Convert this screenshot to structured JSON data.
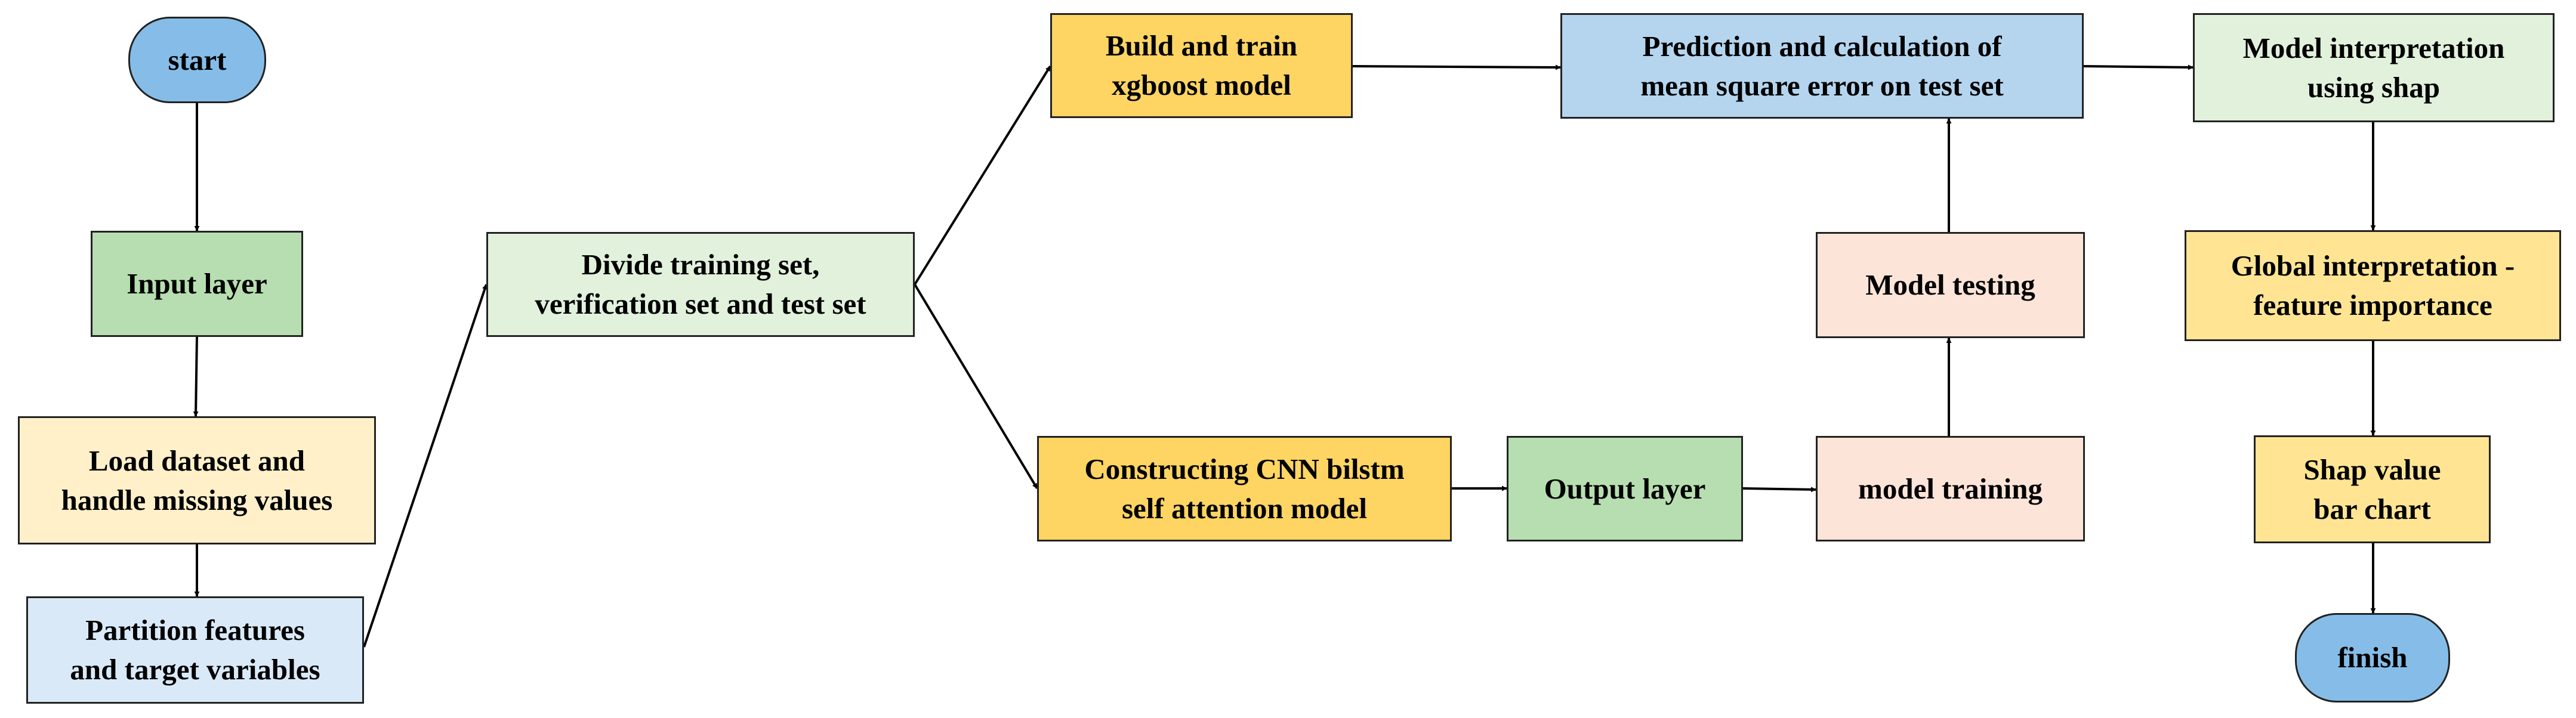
{
  "colors": {
    "blue_pill": "#85bde8",
    "green": "#b7deb0",
    "light_green": "#e1f1dc",
    "cream": "#fff0c9",
    "light_blue": "#d9e9f7",
    "yellow": "#fed463",
    "pale_yellow": "#ffe593",
    "sky_blue": "#b5d5ef",
    "peach": "#fde4d8",
    "border": "#222222",
    "arrow": "#000000"
  },
  "nodes": {
    "start": {
      "label": "start",
      "shape": "pill",
      "color": "#85bde8"
    },
    "input": {
      "label": "Input layer",
      "shape": "rect",
      "color": "#b7deb0"
    },
    "load": {
      "label": "Load dataset and\nhandle missing values",
      "shape": "rect",
      "color": "#fff0c9"
    },
    "part": {
      "label": "Partition features\nand target variables",
      "shape": "rect",
      "color": "#d9e9f7"
    },
    "divide": {
      "label": "Divide training set,\nverification set and test set",
      "shape": "rect",
      "color": "#e1f1dc"
    },
    "xgb": {
      "label": "Build and train\nxgboost model",
      "shape": "rect",
      "color": "#fed463"
    },
    "cnn": {
      "label": "Constructing CNN bilstm\nself attention model",
      "shape": "rect",
      "color": "#fed463"
    },
    "output": {
      "label": "Output layer",
      "shape": "rect",
      "color": "#b7deb0"
    },
    "train": {
      "label": "model training",
      "shape": "rect",
      "color": "#fde4d8"
    },
    "test": {
      "label": "Model testing",
      "shape": "rect",
      "color": "#fde4d8"
    },
    "pred": {
      "label": "Prediction and calculation of\nmean square error on test set",
      "shape": "rect",
      "color": "#b5d5ef"
    },
    "interp": {
      "label": "Model interpretation\nusing shap",
      "shape": "rect",
      "color": "#e1f1dc"
    },
    "global": {
      "label": "Global interpretation -\nfeature importance",
      "shape": "rect",
      "color": "#ffe593"
    },
    "shapbar": {
      "label": "Shap value\nbar chart",
      "shape": "rect",
      "color": "#ffe593"
    },
    "finish": {
      "label": "finish",
      "shape": "pill",
      "color": "#85bde8"
    }
  },
  "edges": [
    {
      "from": "start",
      "to": "input"
    },
    {
      "from": "input",
      "to": "load"
    },
    {
      "from": "load",
      "to": "part"
    },
    {
      "from": "part",
      "to": "divide"
    },
    {
      "from": "divide",
      "to": "xgb"
    },
    {
      "from": "divide",
      "to": "cnn"
    },
    {
      "from": "xgb",
      "to": "pred"
    },
    {
      "from": "cnn",
      "to": "output"
    },
    {
      "from": "output",
      "to": "train"
    },
    {
      "from": "train",
      "to": "test"
    },
    {
      "from": "test",
      "to": "pred"
    },
    {
      "from": "pred",
      "to": "interp"
    },
    {
      "from": "interp",
      "to": "global"
    },
    {
      "from": "global",
      "to": "shapbar"
    },
    {
      "from": "shapbar",
      "to": "finish"
    }
  ]
}
